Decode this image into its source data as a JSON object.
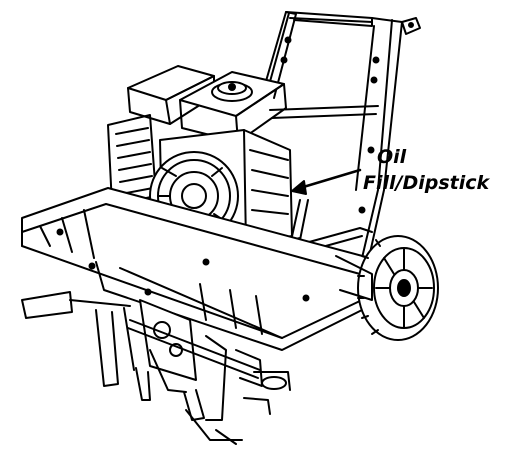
{
  "figure": {
    "subject": "garden tiller with engine",
    "callout": {
      "line1": "Oil",
      "line2": "Fill/Dipstick"
    },
    "colors": {
      "ink": "#000000",
      "background": "#ffffff"
    },
    "icons": [
      "callout-arrow-icon"
    ]
  }
}
